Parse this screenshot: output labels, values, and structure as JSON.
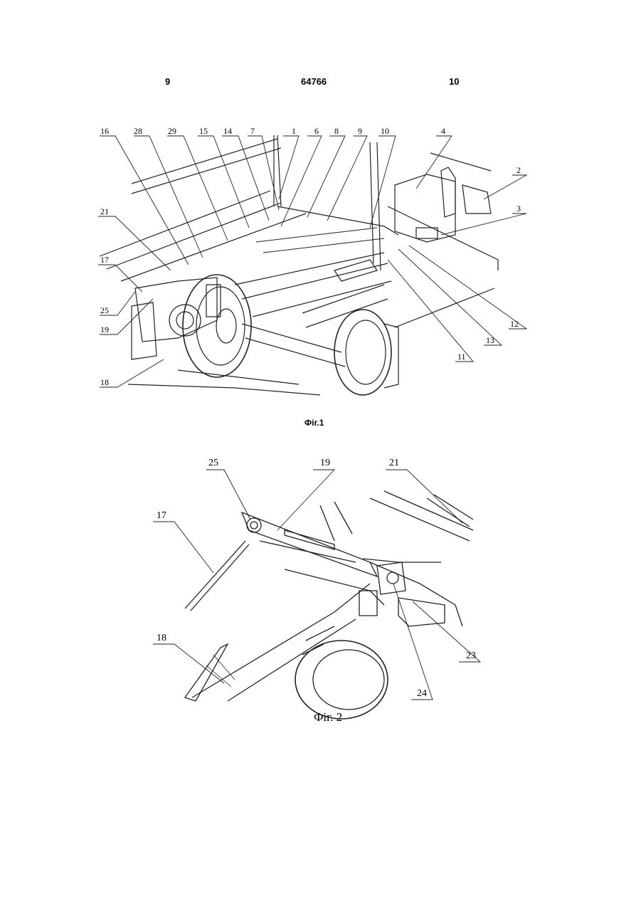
{
  "header": {
    "page_left": "9",
    "patent_number": "64766",
    "page_right": "10"
  },
  "figure1": {
    "caption": "Фіг.1",
    "labels": [
      "16",
      "28",
      "29",
      "15",
      "14",
      "7",
      "1",
      "6",
      "8",
      "9",
      "10",
      "4",
      "2",
      "3",
      "21",
      "17",
      "25",
      "19",
      "18",
      "12",
      "13",
      "11"
    ]
  },
  "figure2": {
    "caption": "Фіг. 2",
    "labels": [
      "25",
      "19",
      "21",
      "17",
      "18",
      "23",
      "24"
    ]
  }
}
